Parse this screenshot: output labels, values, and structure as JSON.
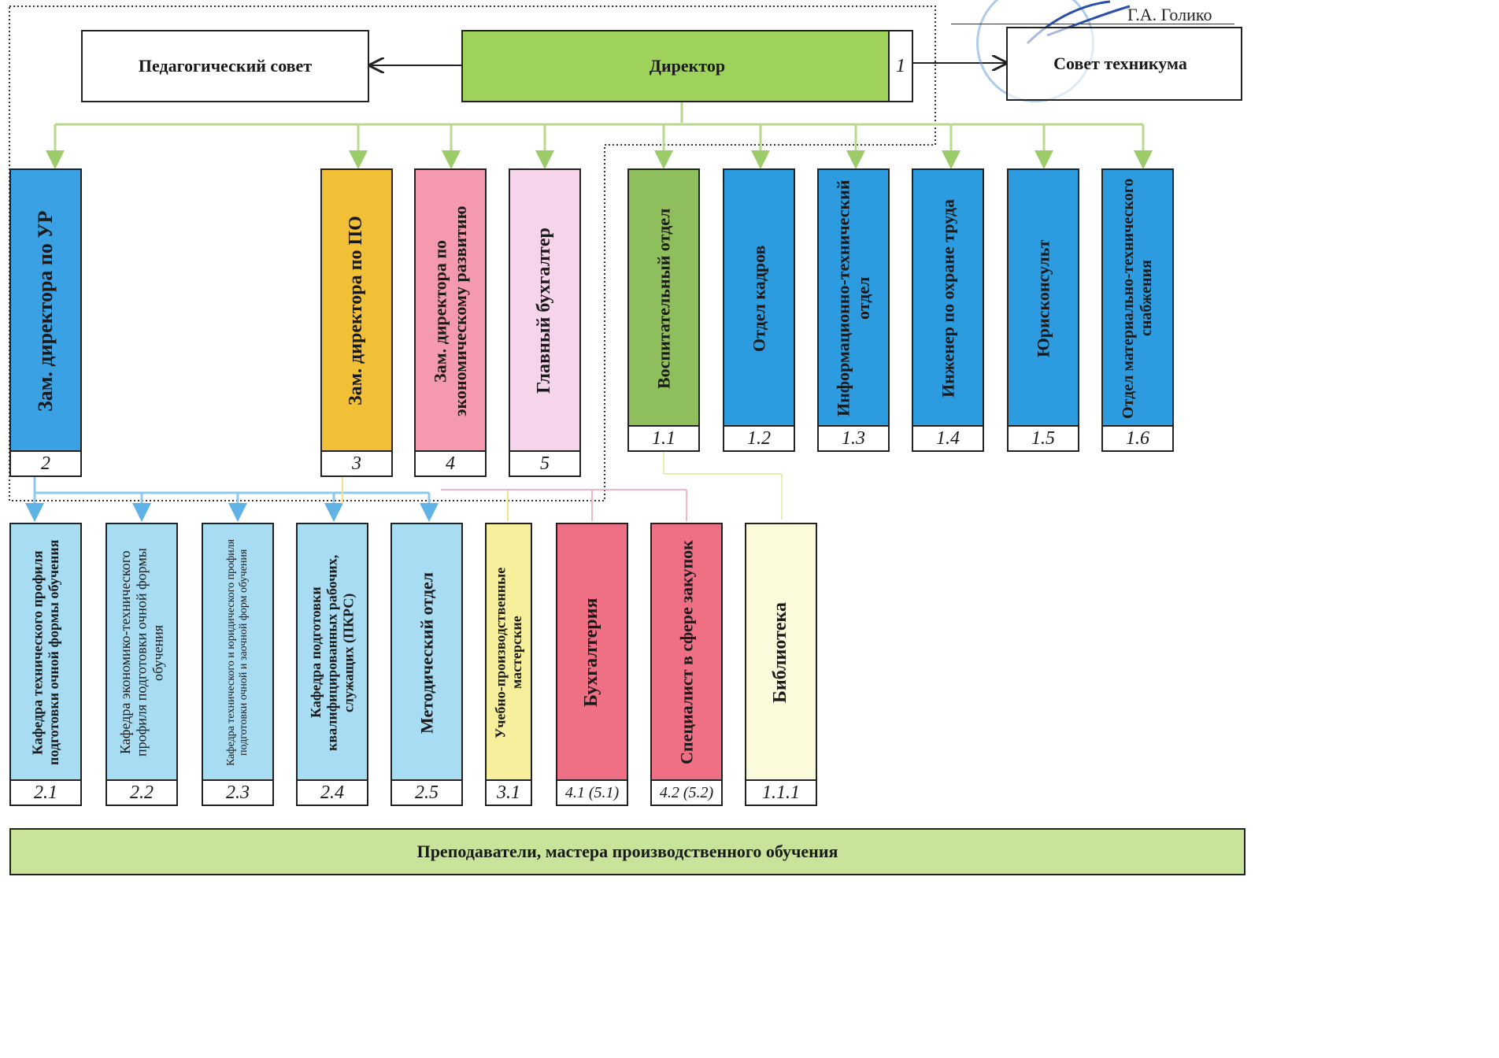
{
  "approval": {
    "signature_name": "Г.А. Голико"
  },
  "top": {
    "ped_council": "Педагогический совет",
    "director": "Директор",
    "director_num": "1",
    "tech_council": "Совет техникума"
  },
  "deputies": [
    {
      "label": "Зам. директора по УР",
      "num": "2"
    },
    {
      "label": "Зам. директора по ПО",
      "num": "3"
    },
    {
      "label": "Зам. директора по экономическому развитию",
      "num": "4"
    },
    {
      "label": "Главный бухгалтер",
      "num": "5"
    }
  ],
  "departments": [
    {
      "label": "Воспитательный отдел",
      "num": "1.1"
    },
    {
      "label": "Отдел кадров",
      "num": "1.2"
    },
    {
      "label": "Информационно-технический отдел",
      "num": "1.3"
    },
    {
      "label": "Инженер по охране труда",
      "num": "1.4"
    },
    {
      "label": "Юрисконсульт",
      "num": "1.5"
    },
    {
      "label": "Отдел материально-технического снабжения",
      "num": "1.6"
    }
  ],
  "units": [
    {
      "label": "Кафедра технического профиля подготовки очной формы обучения",
      "num": "2.1"
    },
    {
      "label": "Кафедра экономико-технического профиля подготовки очной формы обучения",
      "num": "2.2"
    },
    {
      "label": "Кафедра технического и юридического профиля подготовки очной и заочной форм обучения",
      "num": "2.3"
    },
    {
      "label": "Кафедра подготовки квалифицированных рабочих, служащих (ПКРС)",
      "num": "2.4"
    },
    {
      "label": "Методический отдел",
      "num": "2.5"
    },
    {
      "label": "Учебно-производственные мастерские",
      "num": "3.1"
    },
    {
      "label": "Бухгалтерия",
      "num": "4.1 (5.1)"
    },
    {
      "label": "Специалист в сфере закупок",
      "num": "4.2 (5.2)"
    },
    {
      "label": "Библиотека",
      "num": "1.1.1"
    }
  ],
  "bottom": {
    "teachers": "Преподаватели, мастера производственного обучения"
  },
  "colors": {
    "director_green": "#9fd25a",
    "deputy_ur_blue": "#3aa2e4",
    "deputy_po_yellow": "#f2c037",
    "deputy_econ_pink": "#f59aae",
    "chief_acc_pink": "#f6d4ec",
    "dept_green": "#8fbf5c",
    "dept_blue": "#2c9be0",
    "unit_lightblue": "#a8dcf2",
    "unit_yellow": "#f6ef9c",
    "unit_red": "#ef6f84",
    "unit_cream": "#fbfbdc",
    "teachers_green": "#c8e49a",
    "connector_green": "#b8d98e",
    "connector_blue": "#8ec9ee"
  }
}
